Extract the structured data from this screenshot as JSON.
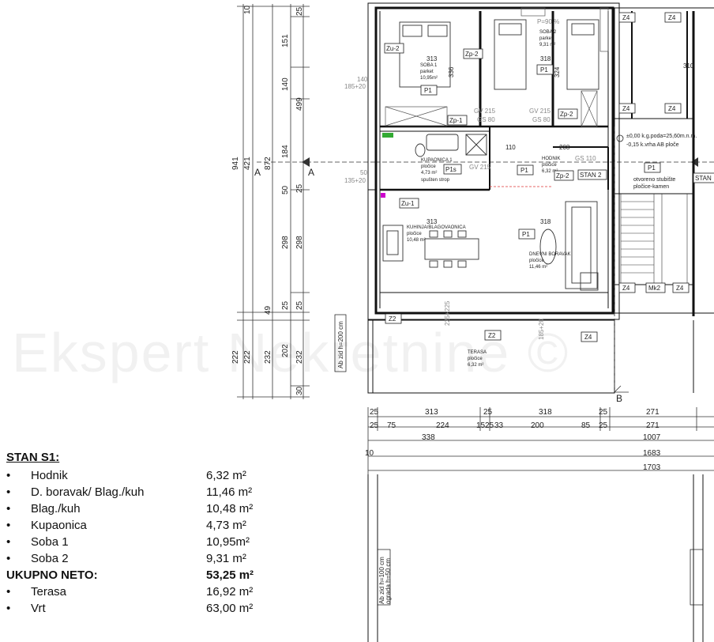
{
  "watermark": "Ekspert Nekretnine ©",
  "vertical_dims": {
    "col1": [
      "941",
      "222"
    ],
    "col2": [
      "10",
      "421",
      "222"
    ],
    "col3": [
      "872",
      "49",
      "232"
    ],
    "col4": [
      "151",
      "140",
      "184",
      "298",
      "25",
      "202"
    ],
    "col5": [
      "25",
      "499",
      "25",
      "50",
      "298",
      "25",
      "232",
      "30"
    ]
  },
  "rooms": {
    "soba1": "SOBA 1",
    "soba1_floor": "parket",
    "soba1_area": "10,95m²",
    "soba2": "SOBA 2",
    "soba2_floor": "parket",
    "soba2_area": "9,31 m²",
    "kupaonica": "KUPAONICA 1",
    "kupaonica_floor": "pločice",
    "kupaonica_area": "4,73 m²",
    "kupaonica_note": "spušten strop",
    "hodnik": "HODNIK",
    "hodnik_floor": "pločice",
    "hodnik_area": "6,32 m²",
    "kuhinja": "KUHINJA/BLAGOVAONICA",
    "kuhinja_floor": "pločice",
    "kuhinja_area": "10,48 m²",
    "dnevni": "DNEVNI BORAVAK",
    "dnevni_floor": "pločice",
    "dnevni_area": "11,46 m²",
    "terasa": "TERASA",
    "terasa_floor": "pločice",
    "terasa_area": "6,32 m²"
  },
  "plan_labels": {
    "zu2": "Zu-2",
    "zp2a": "Zp-2",
    "zp2b": "Zp-2",
    "zp2c": "Zp-2",
    "zp1": "Zp-1",
    "zu1": "Zu-1",
    "p1a": "P1",
    "p1b": "P1",
    "p1c": "P1",
    "p1d": "P1",
    "p1e": "P1",
    "p1s": "P1s",
    "z4a": "Z4",
    "z4b": "Z4",
    "z4c": "Z4",
    "z4d": "Z4",
    "z4e": "Z4",
    "z4f": "Z4",
    "z4g": "Z4",
    "z2a": "Z2",
    "z2b": "Z2",
    "mk2": "Mk2",
    "stan2a": "STAN 2",
    "stan2b": "STAN",
    "gv215a": "GV 215",
    "gs80a": "GS 80",
    "gv215b": "GV 215",
    "gs80b": "GS 80",
    "gv215c": "GV 215",
    "gs110": "GS 110",
    "dim313a": "313",
    "dim318a": "318",
    "dim313b": "313",
    "dim318b": "318",
    "dim110": "110",
    "dim208": "208",
    "dim336": "336",
    "dim324": "324",
    "win140": "140",
    "win185a": "185+20",
    "win50": "50",
    "win135": "135+20",
    "win185b": "185+20",
    "win225": "225+225",
    "lvl1": "±0,00 k.g.poda=25,60m.n.m.",
    "lvl2": "-0,15 k.vrha AB ploče",
    "stair": "otvoreno stubište",
    "stair2": "pločice-kamen",
    "wall1": "Ab zid h=200 cm",
    "wall2": "Ab zid h=100 cm",
    "wall3": "ograda h=50 cm",
    "secA1": "A",
    "secA2": "A",
    "secB": "B",
    "arrow310": "310",
    "p90": "P=90 %"
  },
  "horizontal_dims": {
    "row1": [
      "25",
      "313",
      "25",
      "318",
      "25",
      "271"
    ],
    "row2": [
      "25",
      "75",
      "224",
      "15",
      "25",
      "33",
      "200",
      "85",
      "25",
      "271"
    ],
    "row3": [
      "338",
      "1007"
    ],
    "row4": [
      "10",
      "1683"
    ],
    "row5": [
      "1703"
    ]
  },
  "legend": {
    "title": "STAN S1:",
    "bullet": "•",
    "items": [
      {
        "name": "Hodnik",
        "value": "6,32 m²"
      },
      {
        "name": "D. boravak/ Blag./kuh",
        "value": "11,46 m²"
      },
      {
        "name": "Blag./kuh",
        "value": "10,48 m²"
      },
      {
        "name": "Kupaonica",
        "value": "4,73 m²"
      },
      {
        "name": "Soba 1",
        "value": "10,95m²"
      },
      {
        "name": "Soba 2",
        "value": "9,31 m²"
      }
    ],
    "total": {
      "name": "UKUPNO NETO:",
      "value": "53,25 m²"
    },
    "extras": [
      {
        "name": "Terasa",
        "value": "16,92 m²"
      },
      {
        "name": "Vrt",
        "value": "63,00 m²"
      }
    ]
  }
}
